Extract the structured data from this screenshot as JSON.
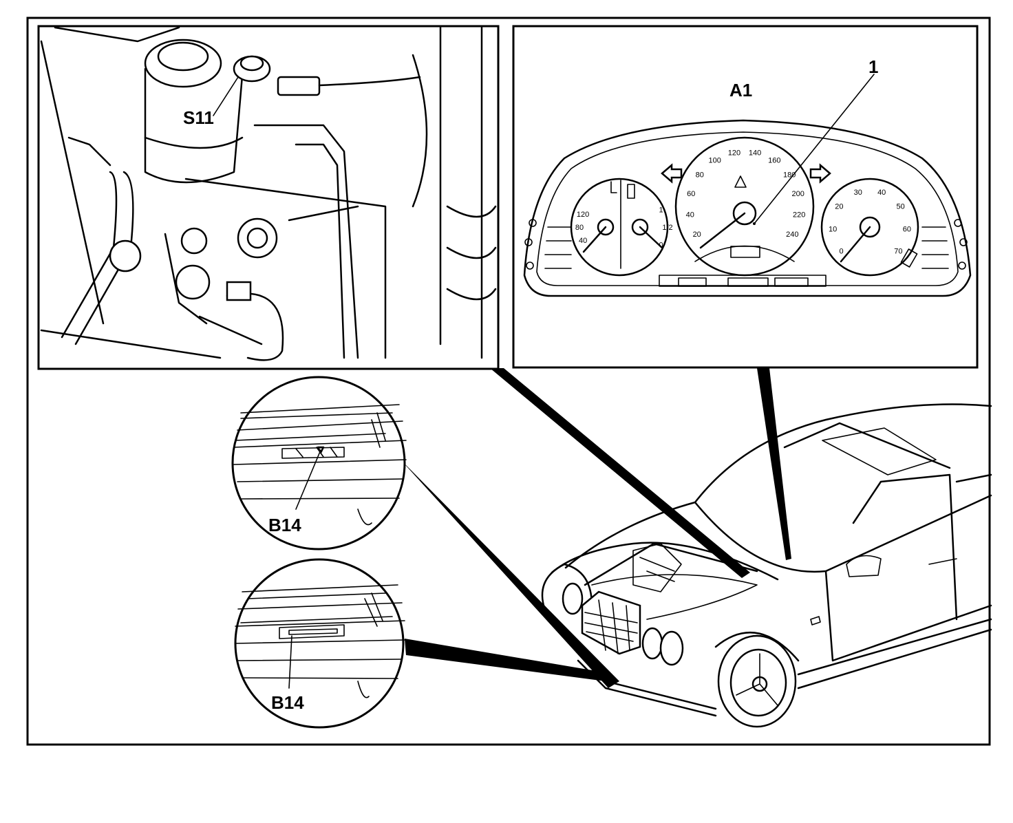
{
  "labels": {
    "s11": "S11",
    "a1": "A1",
    "callout_1": "1",
    "b14_top": "B14",
    "b14_bottom": "B14"
  },
  "speedometer_ticks": [
    "20",
    "40",
    "60",
    "80",
    "100",
    "120",
    "140",
    "160",
    "180",
    "200",
    "220",
    "240"
  ],
  "tachometer_ticks": [
    "0",
    "10",
    "20",
    "30",
    "40",
    "50",
    "60",
    "70"
  ],
  "temperature_ticks": [
    "120",
    "80",
    "40"
  ],
  "fuel_ticks": [
    "1",
    "1/2",
    "0"
  ]
}
